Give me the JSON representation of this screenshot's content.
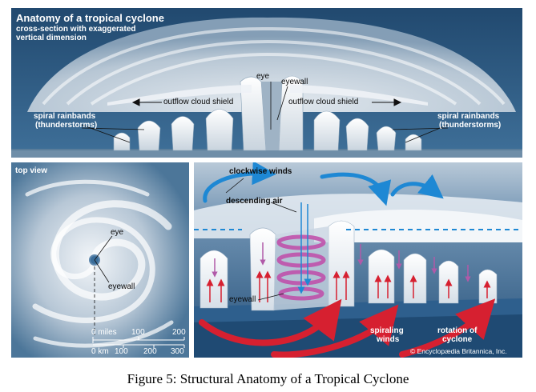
{
  "top_panel": {
    "title": "Anatomy of a tropical cyclone",
    "subtitle_line1": "cross-section with exaggerated",
    "subtitle_line2": "vertical dimension",
    "eye": "eye",
    "eyewall": "eyewall",
    "outflow_left": "outflow cloud shield",
    "outflow_right": "outflow cloud shield",
    "spiral_left_1": "spiral rainbands",
    "spiral_left_2": "(thunderstorms)",
    "spiral_right_1": "spiral rainbands",
    "spiral_right_2": "(thunderstorms)"
  },
  "left_panel": {
    "title": "top view",
    "eye": "eye",
    "eyewall": "eyewall",
    "scale_miles_label": "0 miles",
    "scale_miles_100": "100",
    "scale_miles_200": "200",
    "scale_km_label": "0 km",
    "scale_km_100": "100",
    "scale_km_200": "200",
    "scale_km_300": "300"
  },
  "right_panel": {
    "clockwise_winds": "clockwise winds",
    "descending_air": "descending air",
    "eyewall": "eyewall",
    "spiraling_1": "spiraling",
    "spiraling_2": "winds",
    "rotation_1": "rotation of",
    "rotation_2": "cyclone",
    "credit": "© Encyclopædia Britannica, Inc."
  },
  "caption": "Figure 5: Structural Anatomy of a Tropical Cyclone",
  "colors": {
    "sky": "#2f5d88",
    "cloud": "#f1f4f8",
    "blue_arrow": "#1e88d4",
    "red_arrow": "#d62030",
    "purple_spiral": "#c04aa8"
  }
}
